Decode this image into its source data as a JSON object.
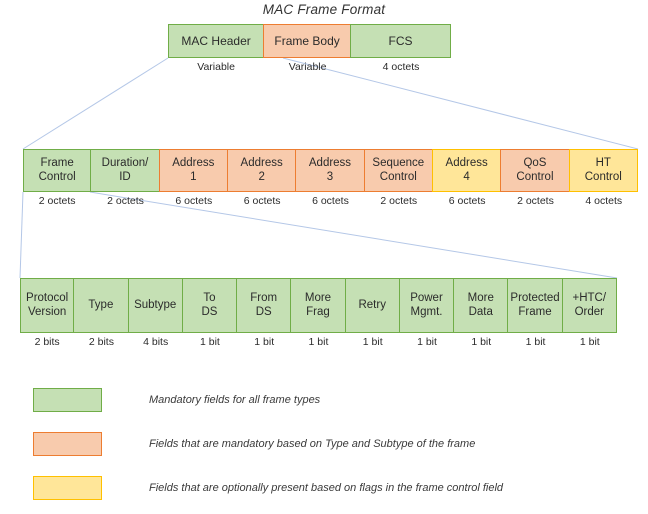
{
  "title": "MAC Frame Format",
  "colors": {
    "green_fill": "#c5e0b4",
    "green_border": "#70ad47",
    "orange_fill": "#f8cbad",
    "orange_border": "#ed7d31",
    "yellow_fill": "#ffe699",
    "yellow_border": "#ffc000",
    "connector": "#b4c7e7",
    "background": "#ffffff"
  },
  "frame": {
    "fields": [
      {
        "label": "MAC Header",
        "size": "Variable",
        "color": "green"
      },
      {
        "label": "Frame Body",
        "size": "Variable",
        "color": "orange"
      },
      {
        "label": "FCS",
        "size": "4 octets",
        "color": "green"
      }
    ]
  },
  "mac_header": {
    "fields": [
      {
        "label": "Frame\nControl",
        "size": "2 octets",
        "color": "green"
      },
      {
        "label": "Duration/\nID",
        "size": "2 octets",
        "color": "green"
      },
      {
        "label": "Address\n1",
        "size": "6 octets",
        "color": "orange"
      },
      {
        "label": "Address\n2",
        "size": "6 octets",
        "color": "orange"
      },
      {
        "label": "Address\n3",
        "size": "6 octets",
        "color": "orange"
      },
      {
        "label": "Sequence\nControl",
        "size": "2 octets",
        "color": "orange"
      },
      {
        "label": "Address\n4",
        "size": "6 octets",
        "color": "yellow"
      },
      {
        "label": "QoS\nControl",
        "size": "2 octets",
        "color": "orange"
      },
      {
        "label": "HT\nControl",
        "size": "4 octets",
        "color": "yellow"
      }
    ]
  },
  "frame_control": {
    "fields": [
      {
        "label": "Protocol\nVersion",
        "size": "2 bits",
        "color": "green"
      },
      {
        "label": "Type",
        "size": "2 bits",
        "color": "green"
      },
      {
        "label": "Subtype",
        "size": "4 bits",
        "color": "green"
      },
      {
        "label": "To\nDS",
        "size": "1 bit",
        "color": "green"
      },
      {
        "label": "From\nDS",
        "size": "1 bit",
        "color": "green"
      },
      {
        "label": "More\nFrag",
        "size": "1 bit",
        "color": "green"
      },
      {
        "label": "Retry",
        "size": "1 bit",
        "color": "green"
      },
      {
        "label": "Power\nMgmt.",
        "size": "1 bit",
        "color": "green"
      },
      {
        "label": "More\nData",
        "size": "1 bit",
        "color": "green"
      },
      {
        "label": "Protected\nFrame",
        "size": "1 bit",
        "color": "green"
      },
      {
        "label": "+HTC/\nOrder",
        "size": "1 bit",
        "color": "green"
      }
    ]
  },
  "legend": {
    "items": [
      {
        "color": "green",
        "text": "Mandatory fields for all frame types"
      },
      {
        "color": "orange",
        "text": "Fields that are mandatory based on Type and Subtype of the frame"
      },
      {
        "color": "yellow",
        "text": "Fields that are optionally present based on flags in the frame control field"
      }
    ]
  }
}
